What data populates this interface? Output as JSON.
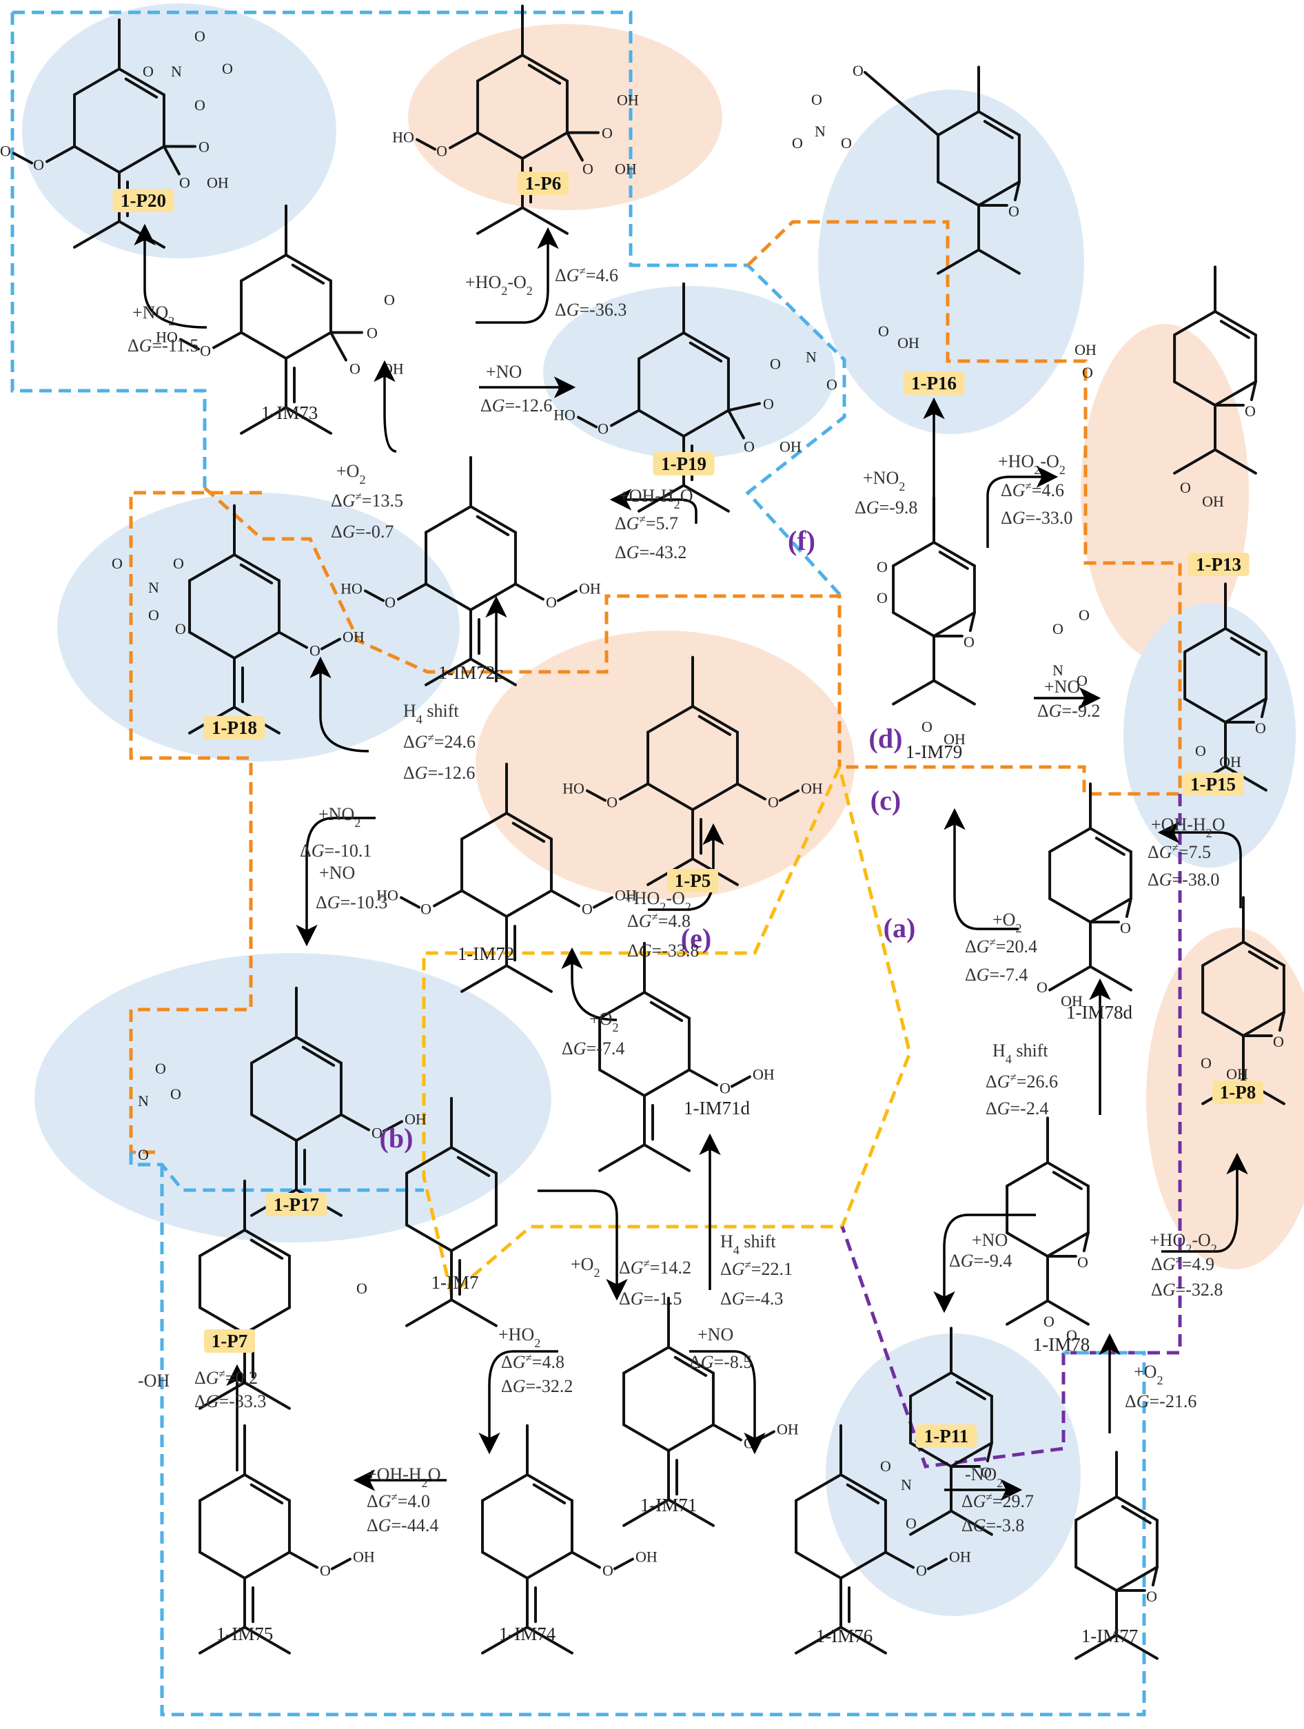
{
  "figure": {
    "type": "reaction-mechanism-diagram",
    "region_labels": [
      "(a)",
      "(b)",
      "(c)",
      "(d)",
      "(e)",
      "(f)"
    ],
    "colors": {
      "region_blue": "#4fb0e8",
      "region_orange": "#f28a1e",
      "region_yellow": "#fbbb13",
      "region_purple": "#7030a0",
      "highlight_blue": "#dce9f5",
      "highlight_peach": "#fbe3d4",
      "badge": "#fde29a",
      "region_label": "#7030a0"
    }
  },
  "species": {
    "P20": {
      "label": "1-P20",
      "product": true,
      "highlight": "blue"
    },
    "P6": {
      "label": "1-P6",
      "product": true,
      "highlight": "peach"
    },
    "P19": {
      "label": "1-P19",
      "product": true,
      "highlight": "blue"
    },
    "P16": {
      "label": "1-P16",
      "product": true,
      "highlight": "blue"
    },
    "P13": {
      "label": "1-P13",
      "product": true,
      "highlight": "peach"
    },
    "P15": {
      "label": "1-P15",
      "product": true,
      "highlight": "blue"
    },
    "P18": {
      "label": "1-P18",
      "product": true,
      "highlight": "blue"
    },
    "P5": {
      "label": "1-P5",
      "product": true,
      "highlight": "peach"
    },
    "P17": {
      "label": "1-P17",
      "product": true,
      "highlight": "blue"
    },
    "P8": {
      "label": "1-P8",
      "product": true,
      "highlight": "peach"
    },
    "P11": {
      "label": "1-P11",
      "product": true,
      "highlight": "blue"
    },
    "P7": {
      "label": "1-P7",
      "product": true,
      "highlight": "none"
    },
    "IM73": {
      "label": "1-IM73"
    },
    "IM72c": {
      "label": "1-IM72c"
    },
    "IM72": {
      "label": "1-IM72"
    },
    "IM71d": {
      "label": "1-IM71d"
    },
    "IM7": {
      "label": "1-IM7"
    },
    "IM71": {
      "label": "1-IM71"
    },
    "IM74": {
      "label": "1-IM74"
    },
    "IM75": {
      "label": "1-IM75"
    },
    "IM76": {
      "label": "1-IM76"
    },
    "IM77": {
      "label": "1-IM77"
    },
    "IM78": {
      "label": "1-IM78"
    },
    "IM78d": {
      "label": "1-IM78d"
    },
    "IM79": {
      "label": "1-IM79"
    }
  },
  "reactions": [
    {
      "id": "r1",
      "from": "1-IM73",
      "to": "1-P20",
      "reagent": "+NO2",
      "dG_ts": null,
      "dG": "-11.5"
    },
    {
      "id": "r2",
      "from": "1-IM73",
      "to": "1-P6",
      "reagent": "+HO2-O2",
      "dG_ts": "4.6",
      "dG": "-36.3"
    },
    {
      "id": "r3",
      "from": "1-IM73",
      "to": "1-P19",
      "reagent": "+NO",
      "dG_ts": null,
      "dG": "-12.6"
    },
    {
      "id": "r4",
      "from": "1-IM72c",
      "to": "1-IM73",
      "reagent": "+O2",
      "dG_ts": "13.5",
      "dG": "-0.7"
    },
    {
      "id": "r5",
      "from": "1-P5",
      "to": "1-IM72c",
      "reagent": "+OH-H2O",
      "dG_ts": "5.7",
      "dG": "-43.2"
    },
    {
      "id": "r6",
      "from": "1-IM72",
      "to": "1-IM72c",
      "reagent": "H4 shift",
      "dG_ts": "24.6",
      "dG": "-12.6"
    },
    {
      "id": "r7",
      "from": "1-IM72",
      "to": "1-P5",
      "reagent": "+HO2-O2",
      "dG_ts": "4.8",
      "dG": "-33.8"
    },
    {
      "id": "r8",
      "from": "1-IM72",
      "to": "1-P18",
      "reagent": "+NO2",
      "dG_ts": null,
      "dG": "-10.1"
    },
    {
      "id": "r9",
      "from": "1-IM72",
      "to": "1-P17",
      "reagent": "+NO",
      "dG_ts": null,
      "dG": "-10.3"
    },
    {
      "id": "r10",
      "from": "1-IM71d",
      "to": "1-IM72",
      "reagent": "+O2",
      "dG_ts": null,
      "dG": "-7.4"
    },
    {
      "id": "r11",
      "from": "1-IM7",
      "to": "1-IM71",
      "reagent": "+O2",
      "dG_ts": "14.2",
      "dG": "-1.5"
    },
    {
      "id": "r12",
      "from": "1-IM71",
      "to": "1-IM71d",
      "reagent": "H4 shift",
      "dG_ts": "22.1",
      "dG": "-4.3"
    },
    {
      "id": "r13",
      "from": "1-IM71",
      "to": "1-IM74",
      "reagent": "+HO2",
      "dG_ts": "4.8",
      "dG": "-32.2"
    },
    {
      "id": "r14",
      "from": "1-IM71",
      "to": "1-IM76",
      "reagent": "+NO",
      "dG_ts": null,
      "dG": "-8.5"
    },
    {
      "id": "r15",
      "from": "1-IM74",
      "to": "1-IM75",
      "reagent": "+OH-H2O",
      "dG_ts": "4.0",
      "dG": "-44.4"
    },
    {
      "id": "r16",
      "from": "1-IM75",
      "to": "1-P7",
      "reagent": "-OH",
      "dG_ts": "0.2",
      "dG": "-33.3"
    },
    {
      "id": "r17",
      "from": "1-IM76",
      "to": "1-IM77",
      "reagent": "-NO2",
      "dG_ts": "29.7",
      "dG": "-3.8"
    },
    {
      "id": "r18",
      "from": "1-IM77",
      "to": "1-IM78",
      "reagent": "+O2",
      "dG_ts": null,
      "dG": "-21.6"
    },
    {
      "id": "r19",
      "from": "1-IM78",
      "to": "1-P11",
      "reagent": "+NO",
      "dG_ts": null,
      "dG": "-9.4"
    },
    {
      "id": "r20",
      "from": "1-IM78",
      "to": "1-P8",
      "reagent": "+HO2-O2",
      "dG_ts": "4.9",
      "dG": "-32.8"
    },
    {
      "id": "r21",
      "from": "1-IM78",
      "to": "1-IM78d",
      "reagent": "H4 shift",
      "dG_ts": "26.6",
      "dG": "-2.4"
    },
    {
      "id": "r22",
      "from": "1-P8",
      "to": "1-IM78d",
      "reagent": "+OH-H2O",
      "dG_ts": "7.5",
      "dG": "-38.0"
    },
    {
      "id": "r23",
      "from": "1-IM78d",
      "to": "1-IM79",
      "reagent": "+O2",
      "dG_ts": "20.4",
      "dG": "-7.4"
    },
    {
      "id": "r24",
      "from": "1-IM79",
      "to": "1-P16",
      "reagent": "+NO2",
      "dG_ts": null,
      "dG": "-9.8"
    },
    {
      "id": "r25",
      "from": "1-IM79",
      "to": "1-P13",
      "reagent": "+HO2-O2",
      "dG_ts": "4.6",
      "dG": "-33.0"
    },
    {
      "id": "r26",
      "from": "1-IM79",
      "to": "1-P15",
      "reagent": "+NO",
      "dG_ts": null,
      "dG": "-9.2"
    }
  ],
  "text": {
    "dG_prefix": "ΔG=",
    "dGts_prefix": "ΔG≠=",
    "reagents": {
      "no2": "+NO2",
      "no": "+NO",
      "o2": "+O2",
      "ho2": "+HO2",
      "ho2o2": "+HO2-O2",
      "ohh2o": "+OH-H2O",
      "h4": "H4 shift",
      "minus_oh": "-OH",
      "minus_no2": "-NO2"
    },
    "atoms": {
      "O": "O",
      "OH": "OH",
      "HO": "HO",
      "N": "N"
    }
  }
}
